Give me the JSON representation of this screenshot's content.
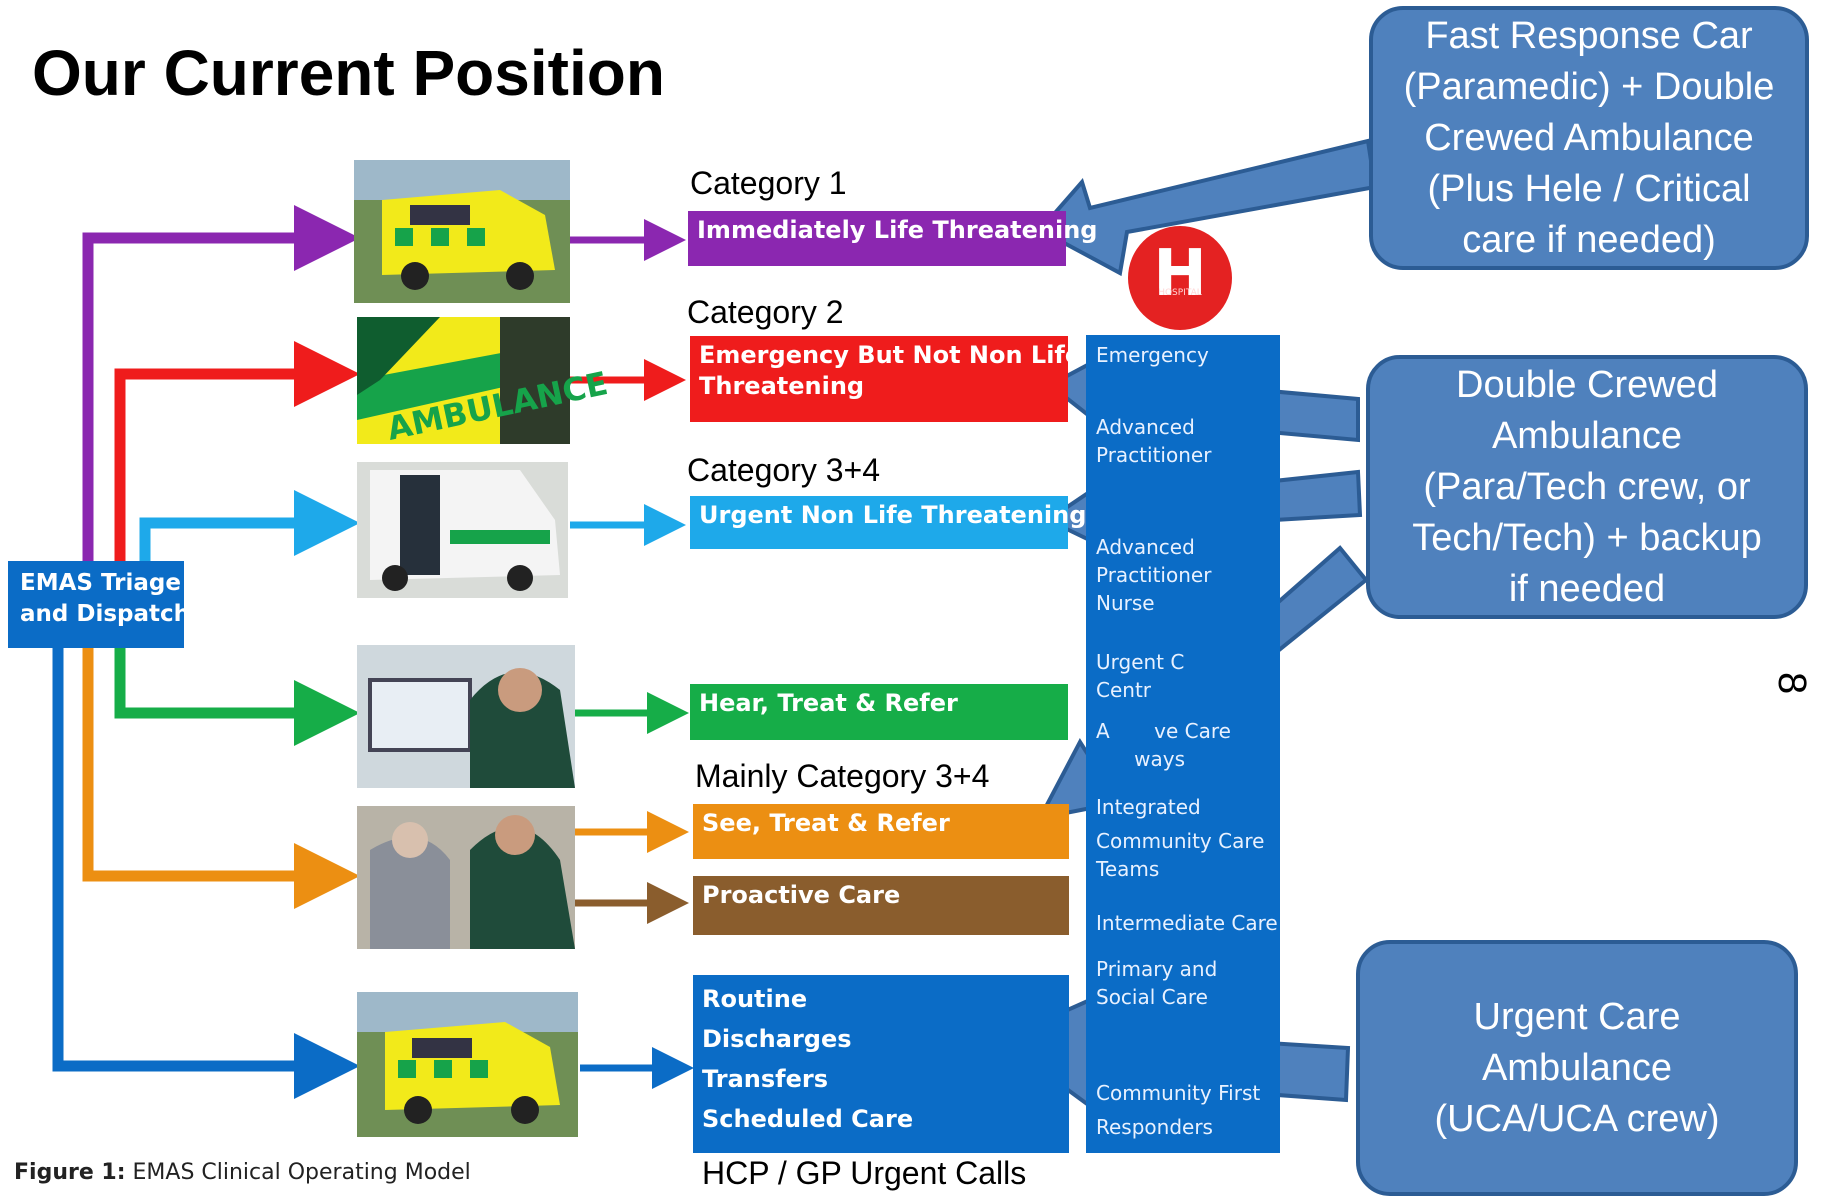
{
  "title": "Our Current Position",
  "colors": {
    "purple": "#8b27b0",
    "red": "#ef1c1c",
    "light_blue": "#1ea9ea",
    "green": "#16ad48",
    "orange": "#ec8f12",
    "brown": "#8a5d2d",
    "dark_blue": "#0b6cc6",
    "callout": "#4f81bd",
    "callout_border": "#2c5c94"
  },
  "dispatch": {
    "lines": [
      "EMAS Triage",
      "and Dispatch"
    ]
  },
  "categories": {
    "cat1": "Category 1",
    "cat2": "Category 2",
    "cat34": "Category 3+4",
    "mainly34": "Mainly Category 3+4",
    "hcp": "HCP / GP Urgent Calls"
  },
  "bands": {
    "cat1": {
      "lines": [
        "Immediately Life Threatening"
      ]
    },
    "cat2": {
      "lines": [
        "Emergency But Not Non Life",
        "Threatening"
      ]
    },
    "cat34": {
      "lines": [
        "Urgent Non Life Threatening"
      ]
    },
    "htr": {
      "lines": [
        "Hear, Treat & Refer"
      ]
    },
    "str": {
      "lines": [
        "See, Treat & Refer"
      ]
    },
    "proactive": {
      "lines": [
        "Proactive Care"
      ]
    },
    "routine": {
      "lines": [
        "Routine",
        "Discharges",
        "Transfers",
        "Scheduled Care"
      ]
    }
  },
  "hospital": {
    "letter": "H",
    "label": "HOSPITAL"
  },
  "pathways": [
    [
      "Emergency"
    ],
    [
      "Advanced",
      "Practitioner"
    ],
    [
      "Advanced",
      "Practitioner",
      "Nurse"
    ],
    [
      "Urgent C",
      "Centr"
    ],
    [
      "A       ve Care",
      "      ways"
    ],
    [
      "Integrated",
      "Community Care",
      "Teams"
    ],
    [
      "Intermediate Care"
    ],
    [
      "Primary and",
      "Social Care"
    ],
    [
      "Community First",
      "Responders"
    ]
  ],
  "callouts": {
    "fast_response": [
      "Fast Response Car",
      "(Paramedic) + Double",
      "Crewed Ambulance",
      "(Plus Hele / Critical",
      "care if needed)"
    ],
    "double_crewed": [
      "Double Crewed",
      "Ambulance",
      "(Para/Tech crew, or",
      "Tech/Tech) + backup",
      "if needed"
    ],
    "urgent_care": [
      "Urgent Care",
      "Ambulance",
      "(UCA/UCA crew)"
    ]
  },
  "caption": {
    "label": "Figure 1:",
    "text": "EMAS Clinical Operating Model"
  },
  "page_number": "8"
}
